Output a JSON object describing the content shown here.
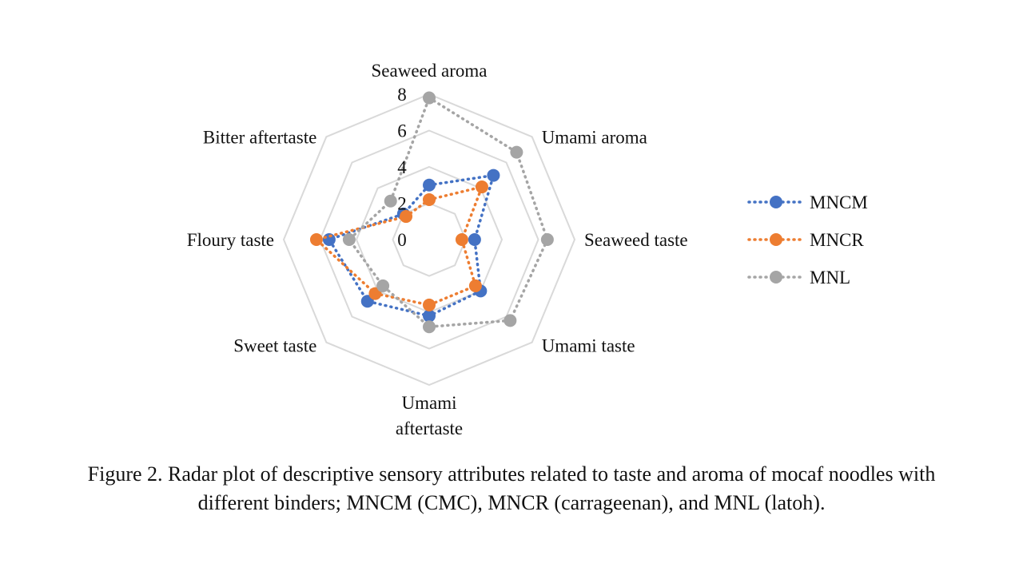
{
  "chart_data": {
    "type": "radar",
    "axes": [
      "Seaweed aroma",
      "Umami aroma",
      "Seaweed taste",
      "Umami taste",
      "Umami aftertaste",
      "Sweet taste",
      "Floury taste",
      "Bitter aftertaste"
    ],
    "tick_labels": [
      "0",
      "2",
      "4",
      "6",
      "8"
    ],
    "rlim": [
      0,
      8
    ],
    "grid": true,
    "legend_position": "right",
    "series": [
      {
        "name": "MNCM",
        "color": "#4472C4",
        "values": [
          3.0,
          5.0,
          2.5,
          4.0,
          4.2,
          4.8,
          5.5,
          2.0
        ]
      },
      {
        "name": "MNCR",
        "color": "#ED7D31",
        "values": [
          2.2,
          4.1,
          1.8,
          3.6,
          3.6,
          4.2,
          6.2,
          1.8
        ]
      },
      {
        "name": "MNL",
        "color": "#A5A5A5",
        "values": [
          7.8,
          6.8,
          6.5,
          6.3,
          4.8,
          3.6,
          4.4,
          3.0
        ]
      }
    ]
  },
  "caption": {
    "line1": "Figure 2. Radar plot of descriptive sensory attributes related to taste and aroma of mocaf noodles with",
    "line2": "different binders; MNCM (CMC), MNCR (carrageenan), and MNL (latoh)."
  }
}
